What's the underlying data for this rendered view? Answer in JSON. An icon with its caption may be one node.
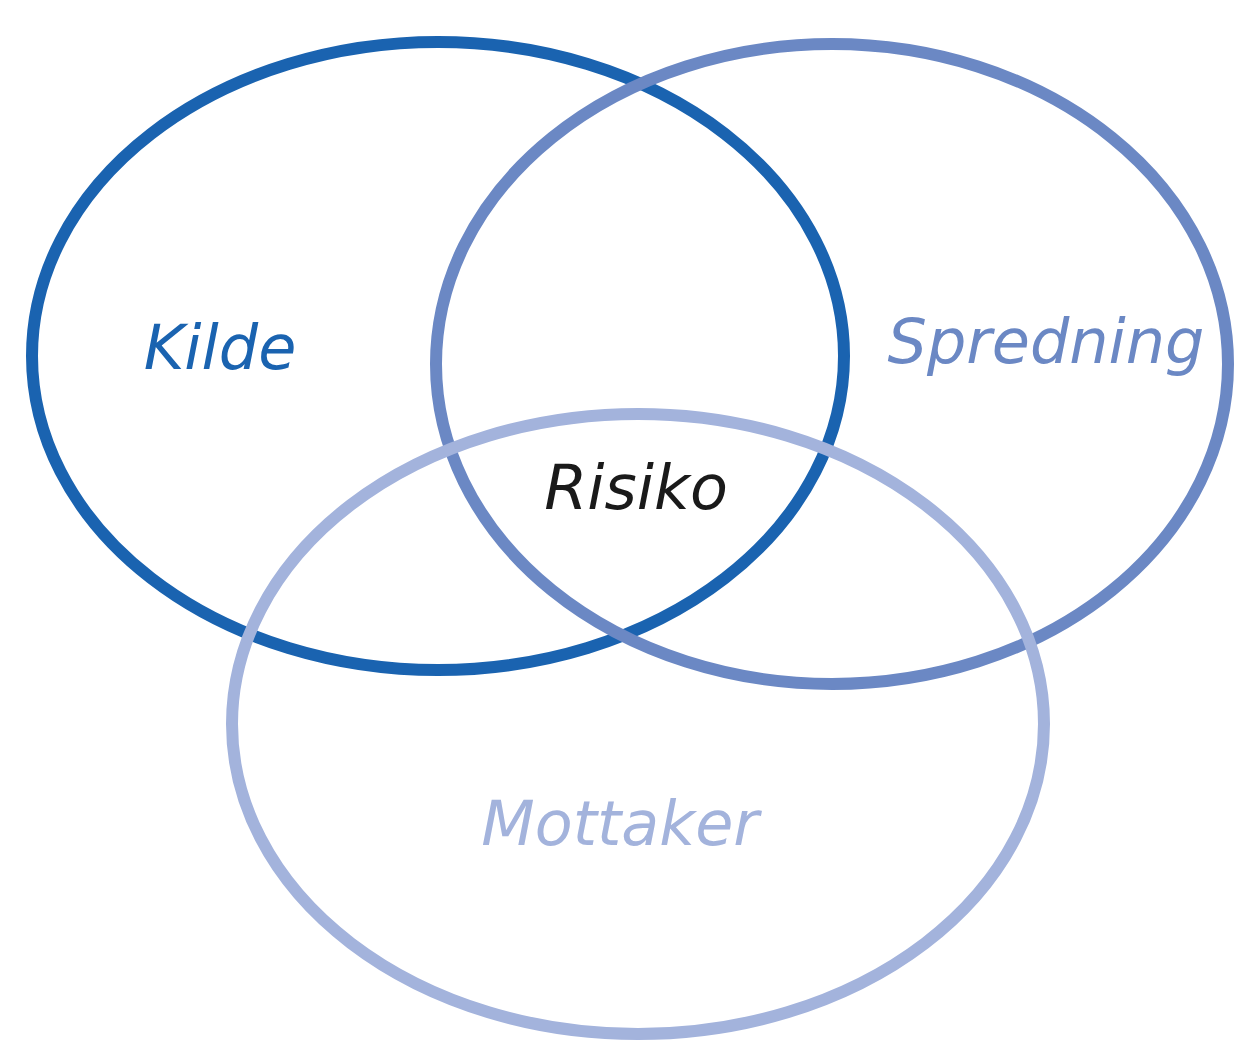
{
  "diagram": {
    "nodes": [
      {
        "text": [
          "Kilde"
        ]
      },
      {
        "text": [
          "Spredning"
        ]
      },
      {
        "text": [
          "Mottaker"
        ]
      }
    ],
    "labels": [
      "Risiko"
    ]
  }
}
